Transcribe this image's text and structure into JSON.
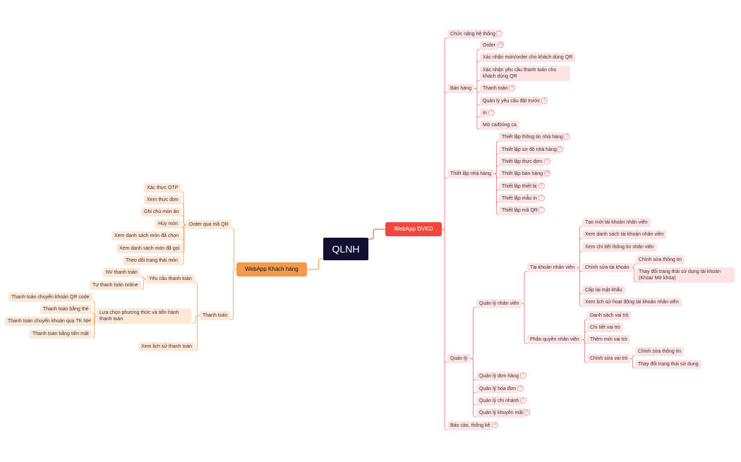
{
  "root": "QLNH",
  "right_branch": {
    "title": "WebApp ĐVKD",
    "chuc_nang": {
      "label": "Chức năng hệ thống",
      "count": "7"
    },
    "ban_hang": {
      "label": "Bán hàng",
      "order": {
        "label": "Order",
        "count": "12"
      },
      "xac_nhan_mon": "Xác nhận món/order cho khách dùng QR",
      "xac_nhan_tt": "Xác nhận yêu cầu thanh toán cho khách dùng QR",
      "thanh_toan": {
        "label": "Thanh toán",
        "count": "4"
      },
      "quan_ly_dat_truoc": {
        "label": "Quản lý yêu cầu đặt trước",
        "count": "1"
      },
      "in": {
        "label": "In",
        "count": "4"
      },
      "mo_ca": "Mở ca/Đóng ca"
    },
    "thiet_lap": {
      "label": "Thiết lập nhà hàng",
      "items": [
        {
          "label": "Thiết lập thông tin nhà hàng",
          "count": "2"
        },
        {
          "label": "Thiết lập sơ đồ nhà hàng",
          "count": "3"
        },
        {
          "label": "Thiết lập thực đơn",
          "count": "6"
        },
        {
          "label": "Thiết lập bán hàng",
          "count": "10"
        },
        {
          "label": "Thiết lập thiết bị",
          "count": "6"
        },
        {
          "label": "Thiết lập mẫu in",
          "count": "3"
        },
        {
          "label": "Thiết lập mã QR",
          "count": "7"
        }
      ]
    },
    "quan_ly": {
      "label": "Quản lý",
      "nhan_vien": {
        "label": "Quản lý nhân viên",
        "tai_khoan": {
          "label": "Tài khoản nhân viên",
          "tao_moi": "Tạo mới tài khoản nhân viên",
          "xem_ds": "Xem danh sách tài khoản nhân viên",
          "xem_ct": "Xem chi tiết thông tin nhân viên",
          "chinh_sua": {
            "label": "Chỉnh sửa tài khoản",
            "thong_tin": "Chỉnh sửa thông tin",
            "trang_thai": "Thay đổi trạng thái sử dụng tài khoản (Khóa/ Mở khóa)"
          },
          "cap_lai": "Cấp lại mật khẩu",
          "lich_su": "Xem lịch sử hoạt động tài khoản nhân viên"
        },
        "phan_quyen": {
          "label": "Phân quyền nhân viên",
          "ds_vai_tro": "Danh sách vai trò",
          "ct_vai_tro": "Chi tiết vai trò",
          "them_moi": "Thêm mới vai trò",
          "chinh_sua": {
            "label": "Chỉnh sửa vai trò",
            "thong_tin": "Chỉnh sửa thông tin",
            "trang_thai": "Thay đổi trạng thái sử dụng"
          }
        }
      },
      "don_hang": {
        "label": "Quản lý đơn hàng",
        "count": "7"
      },
      "hoa_don": {
        "label": "Quản lý hóa đơn",
        "count": "3"
      },
      "chi_nhanh": {
        "label": "Quản lý chi nhánh",
        "count": "5"
      },
      "khuyen_mai": {
        "label": "Quản lý khuyến mãi",
        "count": "4"
      }
    },
    "bao_cao": {
      "label": "Báo cáo, thống kê",
      "count": "4"
    }
  },
  "left_branch": {
    "title": "WebApp Khách hàng",
    "order_qr": {
      "label": "Order qua mã QR",
      "items": [
        "Xác thực OTP",
        "Xem thực đơn",
        "Ghi chú món ăn",
        "Hủy món",
        "Xem danh sách món đã chọn",
        "Xem danh sách món đã gọi",
        "Theo dõi trạng thái món"
      ]
    },
    "thanh_toan": {
      "label": "Thanh toán",
      "yeu_cau": {
        "label": "Yêu cầu thanh toán",
        "items": [
          "NV thanh toán",
          "Tự thanh toán online"
        ]
      },
      "lua_chon": {
        "label": "Lựa chọn phương thức và tiến hành thanh toán",
        "items": [
          "Thanh toán chuyển khoản QR code",
          "Thanh toán bằng thẻ",
          "Thanh toán chuyển khoản qua TK NH",
          "Thanh toán bằng tiền mặt"
        ]
      },
      "lich_su": "Xem lịch sử thanh toán"
    }
  },
  "colors": {
    "right": "#f2463d",
    "left": "#f29a4a",
    "right_line": "#ef8b8b",
    "left_line": "#f3b27a",
    "root_bg": "#120f33"
  }
}
